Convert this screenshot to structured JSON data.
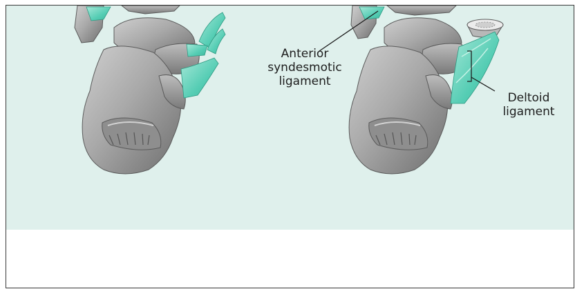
{
  "labels": {
    "anterior_syndesmotic": [
      "Anterior",
      "syndesmotic",
      "ligament"
    ],
    "deltoid": [
      "Deltoid",
      "ligament"
    ]
  },
  "colors": {
    "panel_background": "#dff0ec",
    "bone": "#a9a9a9",
    "bone_dark": "#6e6e6e",
    "ligament": "#55cdb4",
    "ligament_light": "#a6e8d8",
    "border": "#3a3a3a",
    "leader_line": "#1d1d1d"
  }
}
